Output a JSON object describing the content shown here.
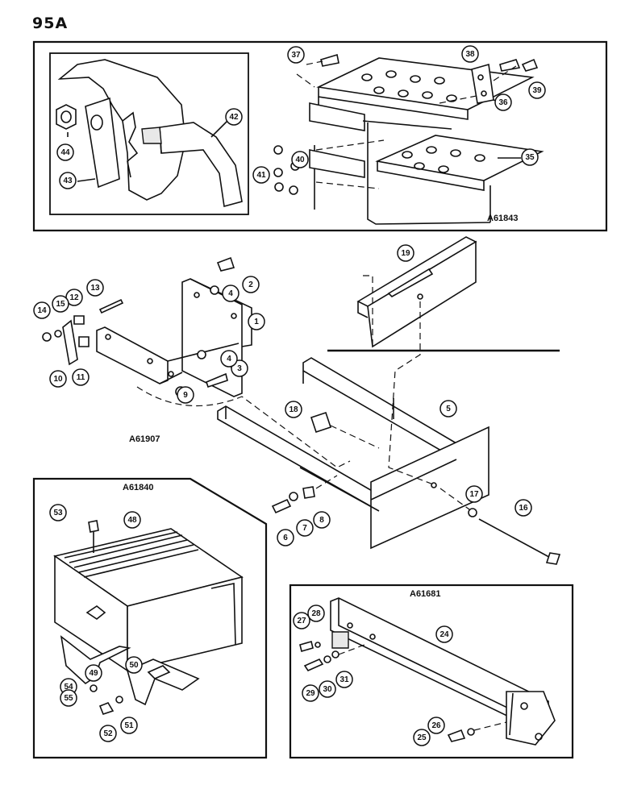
{
  "page": {
    "number": "95A"
  },
  "figures": {
    "step": "A61843",
    "frame": "A61907",
    "toolbox": "A61840",
    "bar": "A61681"
  },
  "callouts": [
    "1",
    "2",
    "3",
    "4",
    "4",
    "5",
    "6",
    "7",
    "8",
    "9",
    "10",
    "11",
    "12",
    "13",
    "14",
    "15",
    "16",
    "17",
    "18",
    "19",
    "24",
    "25",
    "26",
    "27",
    "28",
    "29",
    "30",
    "31",
    "35",
    "36",
    "37",
    "38",
    "39",
    "40",
    "41",
    "42",
    "43",
    "44",
    "48",
    "49",
    "50",
    "51",
    "52",
    "53",
    "54",
    "55"
  ]
}
